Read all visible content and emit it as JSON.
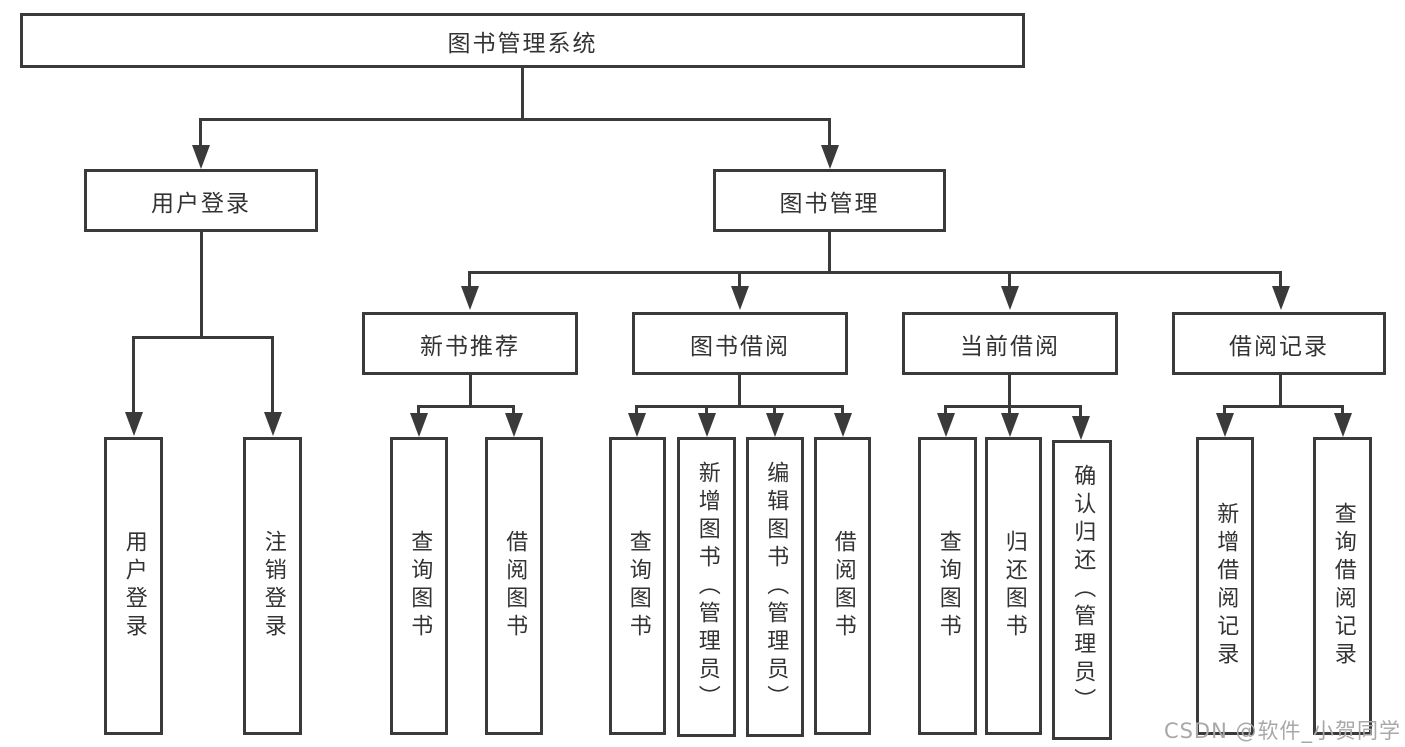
{
  "colors": {
    "line": "#3a3a3a",
    "text": "#333333",
    "background": "#ffffff",
    "watermark": "#a8a8a8"
  },
  "watermark": "CSDN @软件_小贺同学",
  "tree": {
    "root": {
      "label": "图书管理系统"
    },
    "branches": [
      {
        "label": "用户登录",
        "children": [
          {
            "label": "用户登录"
          },
          {
            "label": "注销登录"
          }
        ]
      },
      {
        "label": "图书管理",
        "sections": [
          {
            "label": "新书推荐",
            "children": [
              {
                "label": "查询图书"
              },
              {
                "label": "借阅图书"
              }
            ]
          },
          {
            "label": "图书借阅",
            "children": [
              {
                "label": "查询图书"
              },
              {
                "label": "新增图书（管理员）"
              },
              {
                "label": "编辑图书（管理员）"
              },
              {
                "label": "借阅图书"
              }
            ]
          },
          {
            "label": "当前借阅",
            "children": [
              {
                "label": "查询图书"
              },
              {
                "label": "归还图书"
              },
              {
                "label": "确认归还（管理员）"
              }
            ]
          },
          {
            "label": "借阅记录",
            "children": [
              {
                "label": "新增借阅记录"
              },
              {
                "label": "查询借阅记录"
              }
            ]
          }
        ]
      }
    ]
  }
}
